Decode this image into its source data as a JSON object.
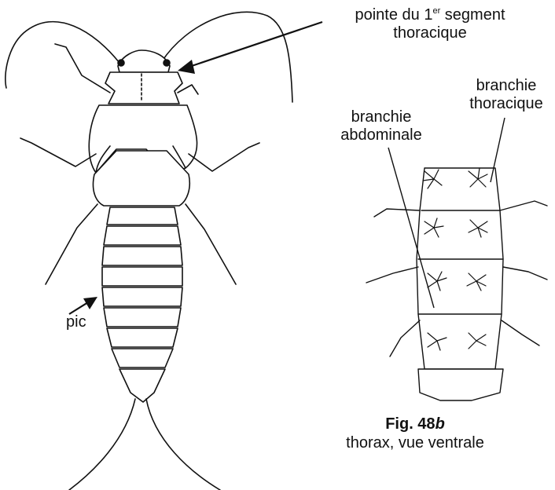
{
  "labels": {
    "pointe_line1_a": "pointe du 1",
    "pointe_line1_sup": "er",
    "pointe_line1_b": " segment",
    "pointe_line2": "thoracique",
    "branchie_thoracique_line1": "branchie",
    "branchie_thoracique_line2": "thoracique",
    "branchie_abdominale_line1": "branchie",
    "branchie_abdominale_line2": "abdominale",
    "pic": "pic"
  },
  "caption": {
    "fig_prefix": "Fig. 48",
    "fig_suffix": "b",
    "subtitle": "thorax, vue ventrale"
  },
  "colors": {
    "ink": "#111111",
    "background": "#ffffff"
  }
}
